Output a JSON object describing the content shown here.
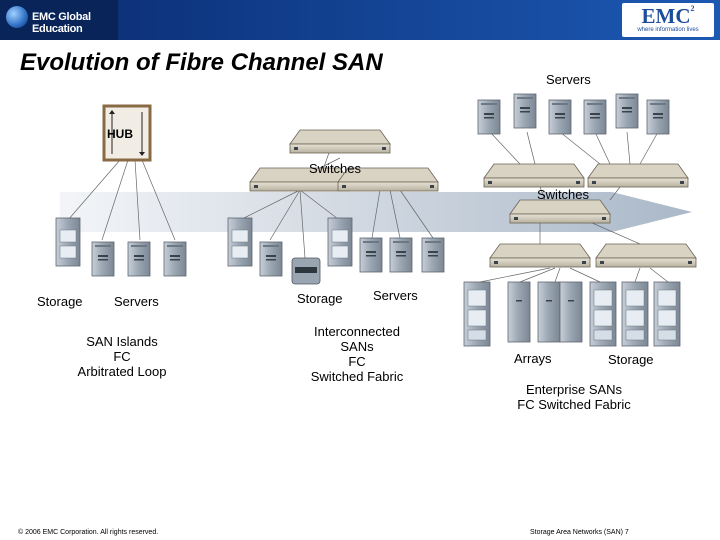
{
  "header": {
    "org_logo_text": "EMC Global Education",
    "brand": "EMC",
    "brand_sup": "2",
    "tagline": "where information lives"
  },
  "slide": {
    "title": "Evolution of Fibre Channel SAN"
  },
  "islands": {
    "hub_label": "HUB",
    "storage_label": "Storage",
    "servers_label": "Servers",
    "caption": [
      "SAN Islands",
      "FC",
      "Arbitrated Loop"
    ]
  },
  "interconnected": {
    "switches_label": "Switches",
    "storage_label": "Storage",
    "servers_label": "Servers",
    "caption": [
      "Interconnected",
      "SANs",
      "FC",
      "Switched Fabric"
    ]
  },
  "enterprise": {
    "servers_label": "Servers",
    "switches_label": "Switches",
    "arrays_label": "Arrays",
    "storage_label": "Storage",
    "caption": [
      "Enterprise SANs",
      "FC Switched Fabric"
    ]
  },
  "footer": {
    "copyright": "© 2006 EMC Corporation. All rights reserved.",
    "page": "Storage Area Networks (SAN) 7"
  },
  "colors": {
    "banner": "#12408f",
    "arrow": "#c9d3df",
    "device": "#a9b3bf",
    "hub_border": "#8a6a44"
  }
}
